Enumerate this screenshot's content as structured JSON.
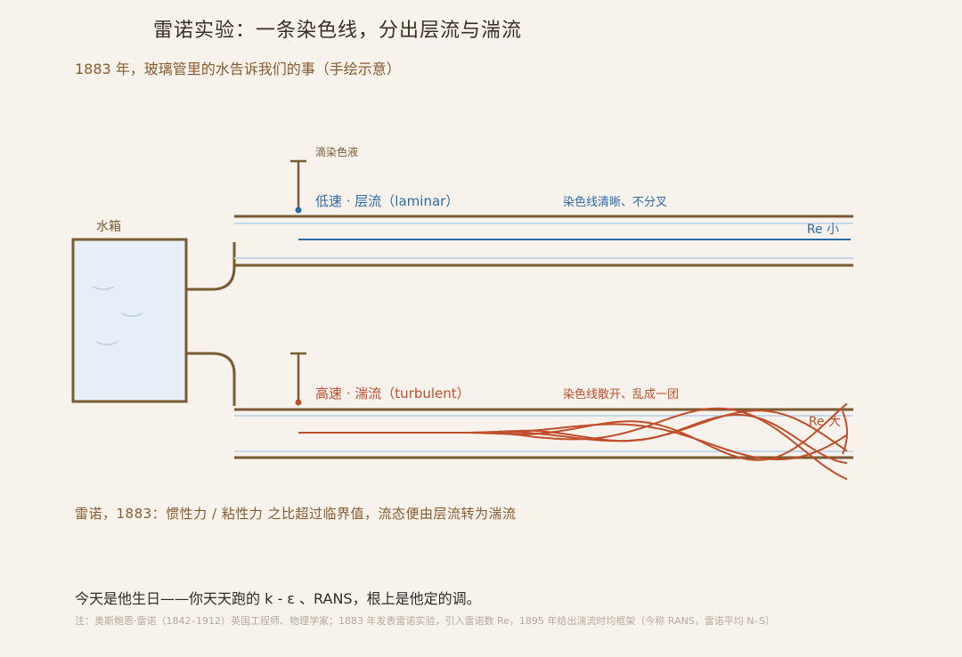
{
  "title": "雷诺实验：一条染色线，分出层流与湍流",
  "subtitle": "1883 年，玻璃管里的水告诉我们的事（手绘示意）",
  "labels": {
    "tank": "水箱",
    "dye_drop": "滴染色液",
    "laminar_title": "低速 · 层流（laminar）",
    "laminar_note": "染色线清晰、不分叉",
    "laminar_re": "Re 小",
    "turbulent_title": "高速 · 湍流（turbulent）",
    "turbulent_note": "染色线散开、乱成一团",
    "turbulent_re": "Re 大"
  },
  "colors": {
    "pipe": "#7a5a32",
    "laminar": "#2f6aa8",
    "turbulent": "#c04e2a",
    "water": "#e6eef8"
  },
  "conclusion": "雷诺，1883：惯性力 / 粘性力 之比超过临界值，流态便由层流转为湍流",
  "birthday": "今天是他生日——你天天跑的 k - ε 、RANS，根上是他定的调。",
  "footnote": "注：奥斯鲍恩·雷诺（1842–1912）英国工程师、物理学家；1883 年发表雷诺实验，引入雷诺数 Re，1895 年给出湍流时均框架（今称 RANS，雷诺平均 N–S）"
}
